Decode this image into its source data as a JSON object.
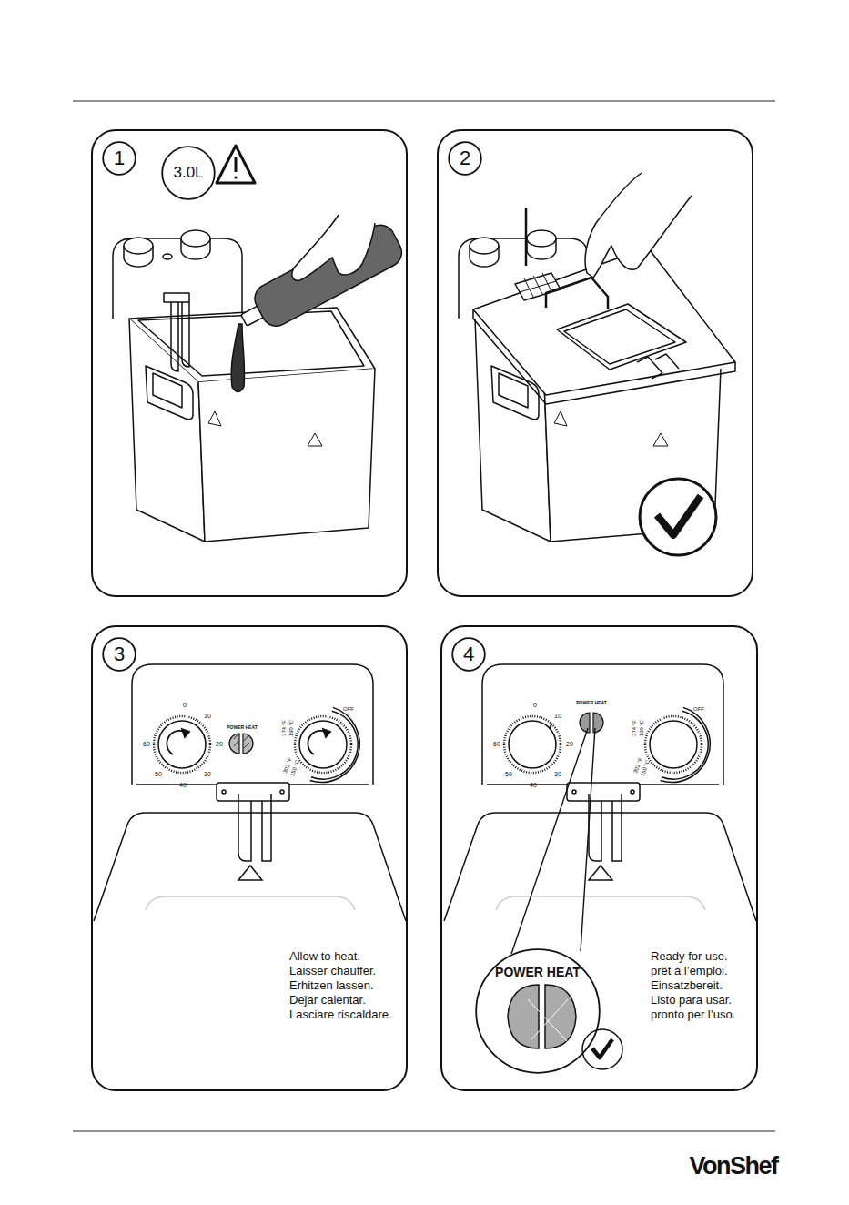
{
  "diagram": {
    "nodes": [
      {
        "text": [
          "1"
        ]
      },
      {
        "text": [
          "3.0L"
        ]
      },
      {
        "text": [
          "2"
        ]
      },
      {
        "text": [
          "3"
        ]
      },
      {
        "text": [
          "4"
        ]
      },
      {
        "text": [
          "POWER HEAT"
        ]
      }
    ],
    "labels": [
      "0",
      "10",
      "20",
      "30",
      "40",
      "50",
      "60",
      "POWER HEAT",
      "OFF",
      "374 °F",
      "190 °C",
      "302 °F",
      "150 °C",
      "Allow to heat.",
      "Laisser chauffer.",
      "Erhitzen lassen.",
      "Dejar calentar.",
      "Lasciare riscaldare.",
      "0",
      "10",
      "20",
      "30",
      "40",
      "50",
      "60",
      "POWER HEAT",
      "OFF",
      "374 °F",
      "190 °C",
      "302 °F",
      "150 °C",
      "Ready for use.",
      "prêt à l’emploi.",
      "Einsatzbereit.",
      "Listo para usar.",
      "pronto per l’uso.",
      "VonShef"
    ]
  }
}
